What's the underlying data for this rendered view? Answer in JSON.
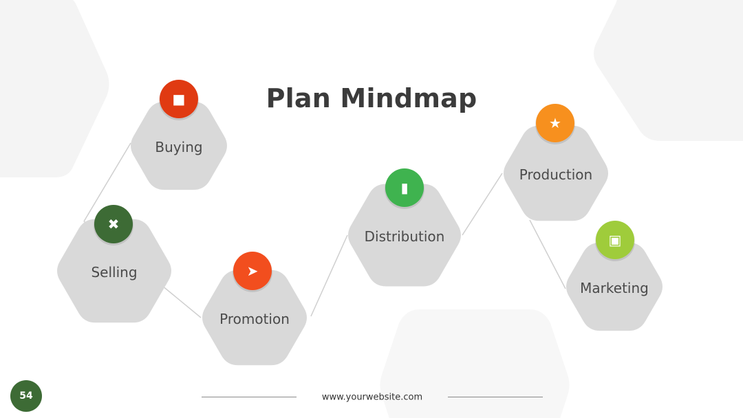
{
  "title": "Plan Mindmap",
  "page_number": "54",
  "footer": {
    "website": "www.yourwebsite.com"
  },
  "nodes": [
    {
      "label": "Selling",
      "icon": "windmill-icon",
      "color": "#3d6b35"
    },
    {
      "label": "Buying",
      "icon": "book-icon",
      "color": "#e03a12"
    },
    {
      "label": "Promotion",
      "icon": "paper-plane-icon",
      "color": "#f24e1e"
    },
    {
      "label": "Distribution",
      "icon": "ticket-icon",
      "color": "#3fb34f"
    },
    {
      "label": "Production",
      "icon": "rocket-icon",
      "color": "#f7901e"
    },
    {
      "label": "Marketing",
      "icon": "package-icon",
      "color": "#9fcc3b"
    }
  ],
  "colors": {
    "hexagon": "#d9d9d9",
    "background_shape": "#f4f4f4",
    "connector": "#cfcfcf",
    "page_badge": "#3d6b35"
  }
}
